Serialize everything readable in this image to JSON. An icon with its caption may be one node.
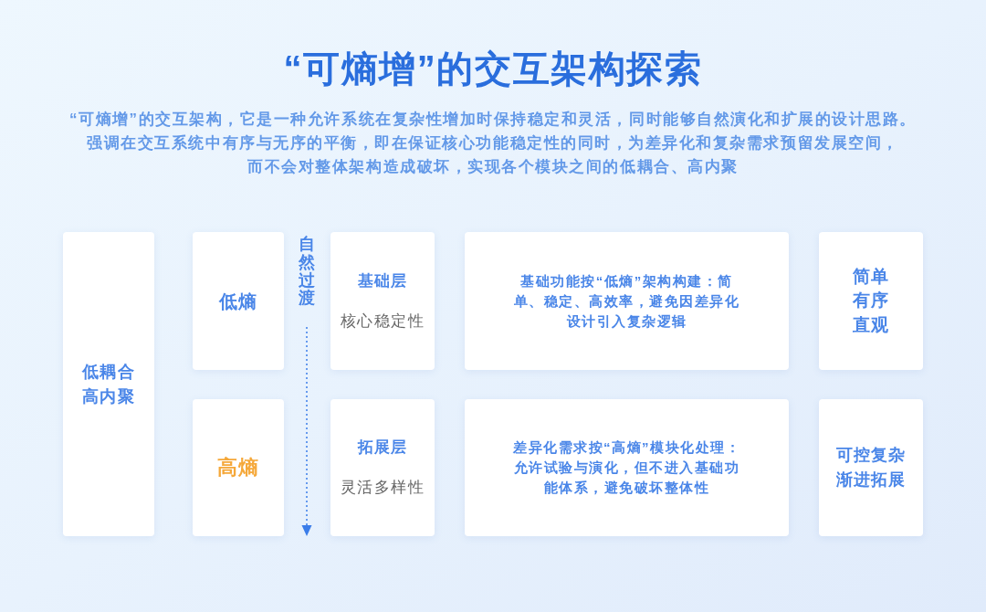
{
  "diagram": {
    "title": "“可熵增”的交互架构探索",
    "nodes": [
      {
        "text": [
          "低耦合",
          "高内聚"
        ]
      },
      {
        "text": [
          "低熵"
        ]
      },
      {
        "text": [
          "基础层",
          "核心稳定性"
        ]
      },
      {
        "text": [
          "基础功能按“低熵”架构构建：简单、稳定、高效率，避免因差异化设计引入复杂逻辑"
        ]
      },
      {
        "text": [
          "简单",
          "有序",
          "直观"
        ]
      },
      {
        "text": [
          "高熵"
        ]
      },
      {
        "text": [
          "拓展层",
          "灵活多样性"
        ]
      },
      {
        "text": [
          "差异化需求按“高熵”模块化处理：允许试验与演化，但不进入基础功能体系，避免破坏整体性"
        ]
      },
      {
        "text": [
          "可控复杂",
          "渐进拓展"
        ]
      }
    ],
    "labels": [
      "“可熵增”的交互架构，它是一种允许系统在复杂性增加时保持稳定和灵活，同时能够自然演化和扩展的设计思路。",
      "强调在交互系统中有序与无序的平衡，即在保证核心功能稳定性的同时，为差异化和复杂需求预留发展空间，而不会对整体架构造成破坏，实现各个模块之间的低耦合、高内聚",
      "自然过渡"
    ]
  }
}
